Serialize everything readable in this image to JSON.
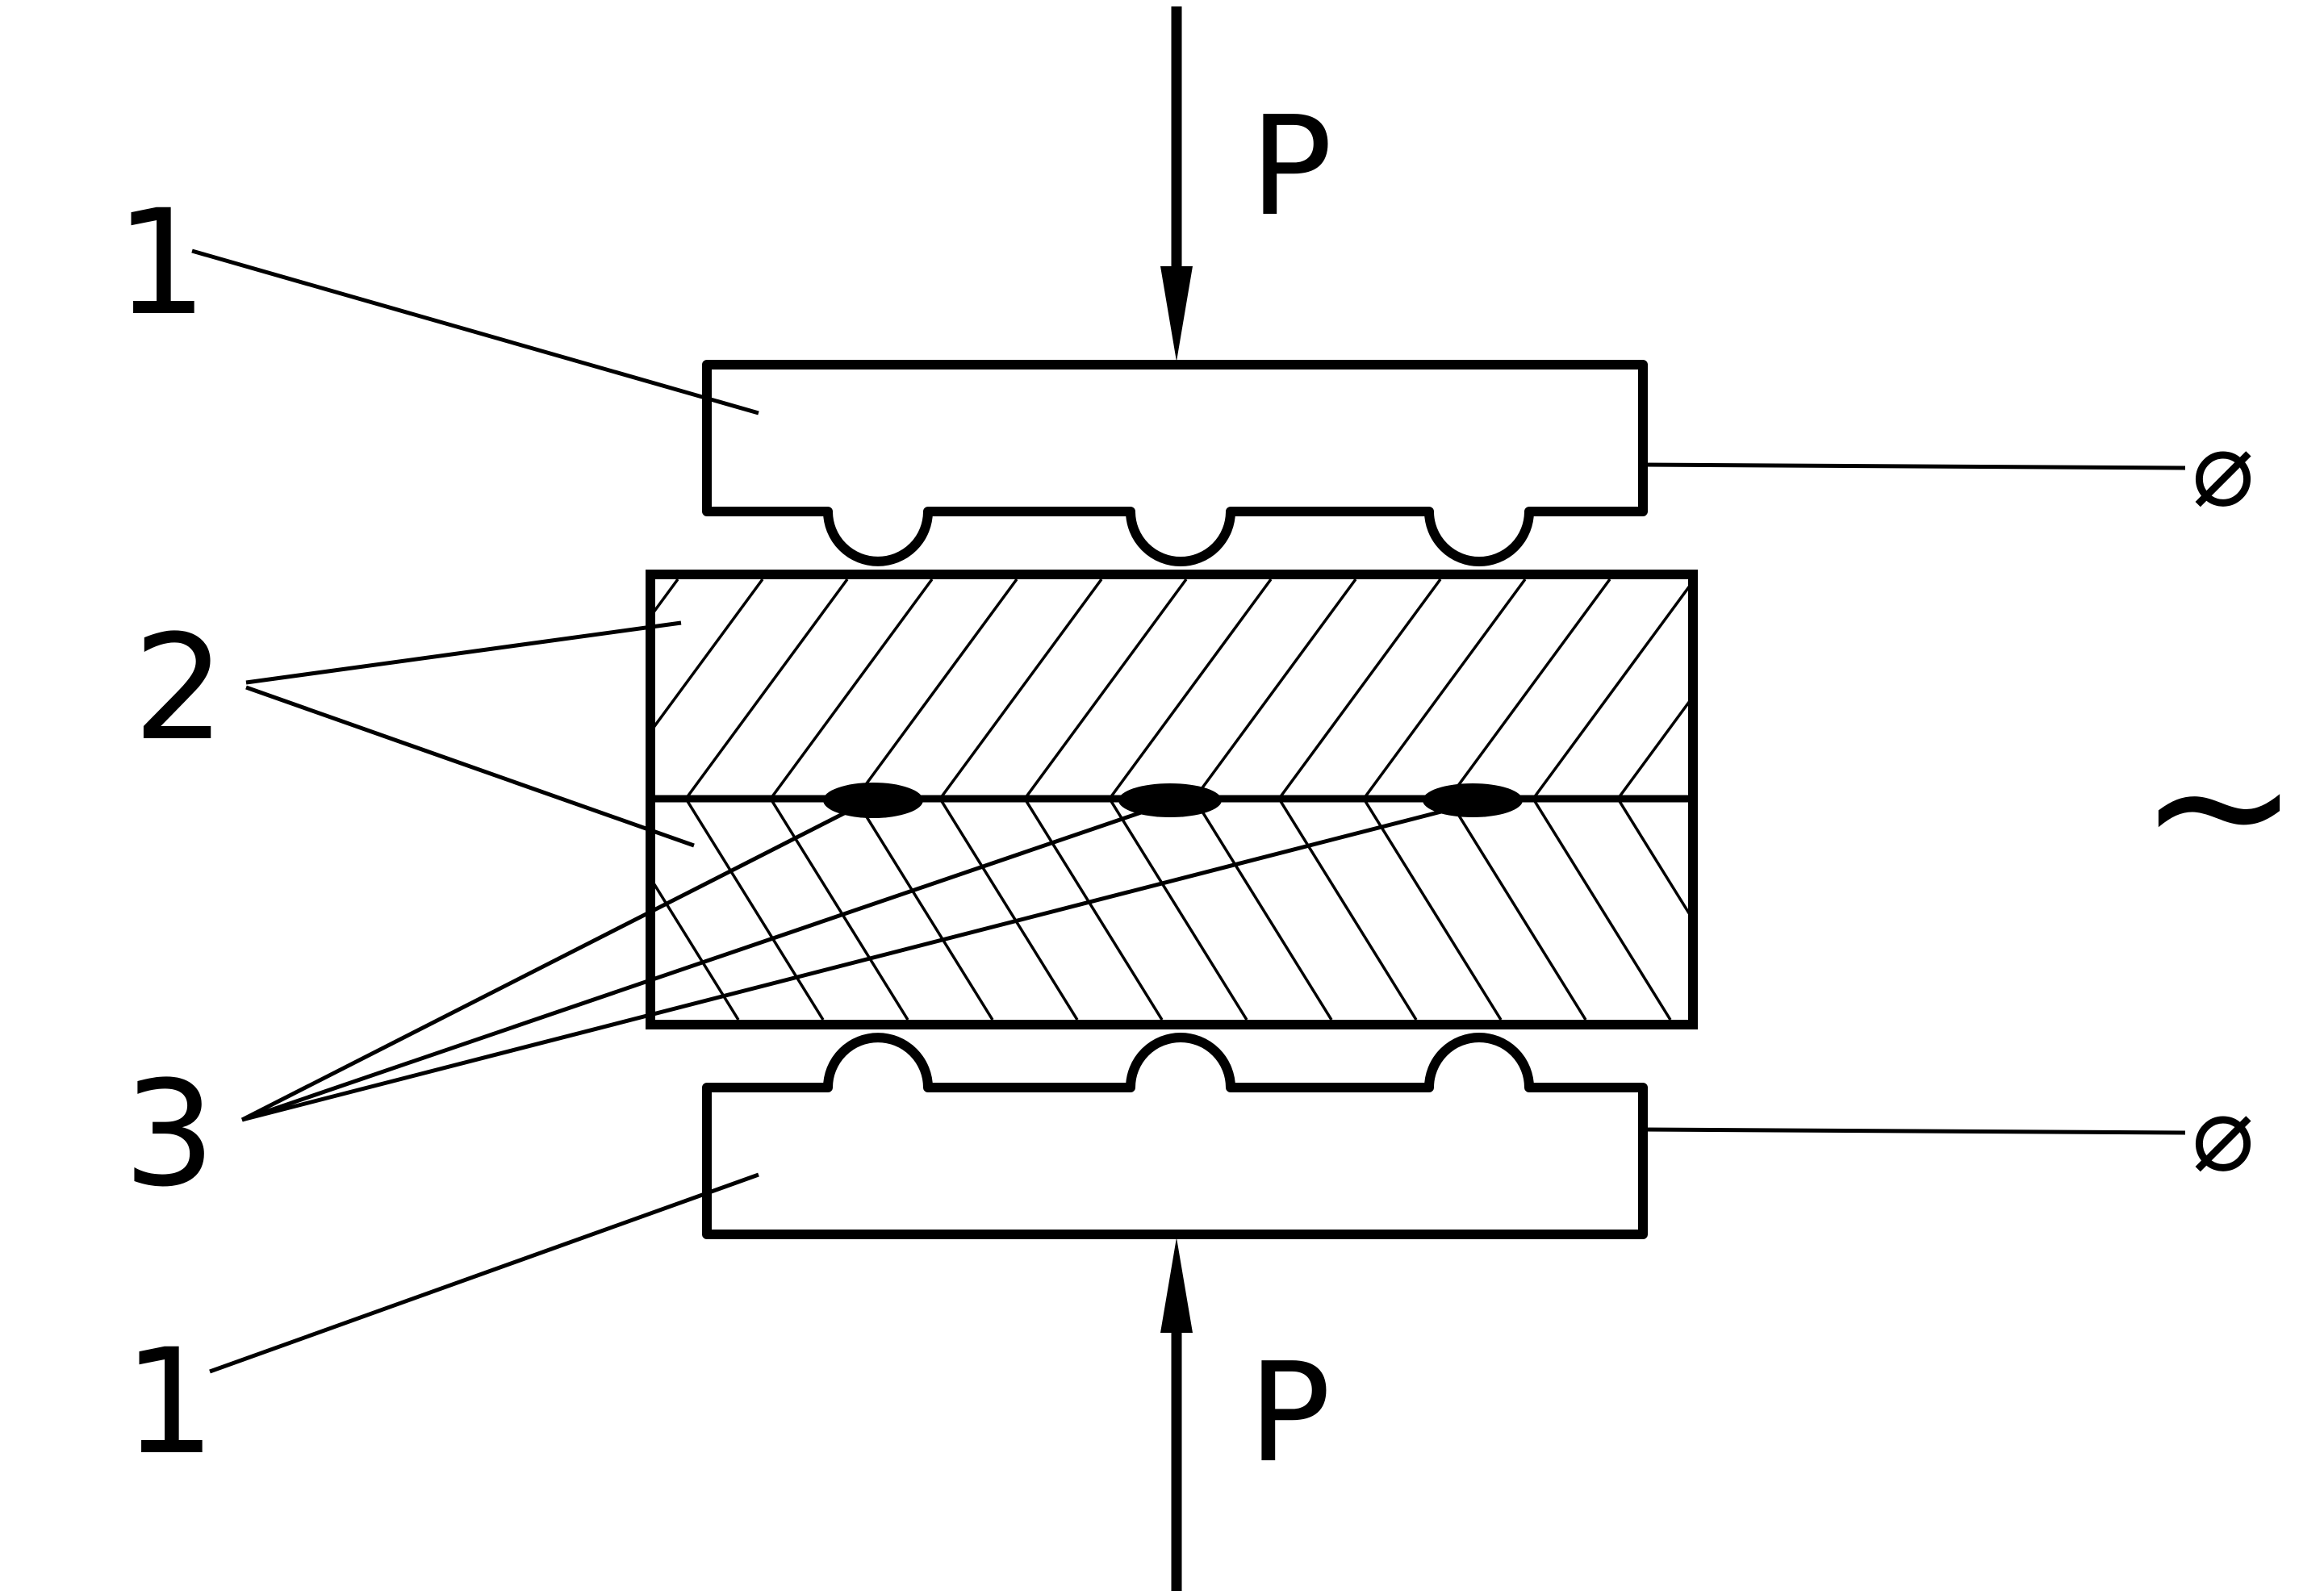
{
  "diagram": {
    "callouts": {
      "electrode_top": "1",
      "workpieces": "2",
      "weld_nuggets": "3",
      "electrode_bottom": "1"
    },
    "force_top": "P",
    "force_bottom": "P",
    "ac_source_symbol": "~",
    "terminal_top": "⌀",
    "terminal_bottom": "⌀"
  },
  "colors": {
    "ink": "#000000",
    "background": "#ffffff"
  }
}
